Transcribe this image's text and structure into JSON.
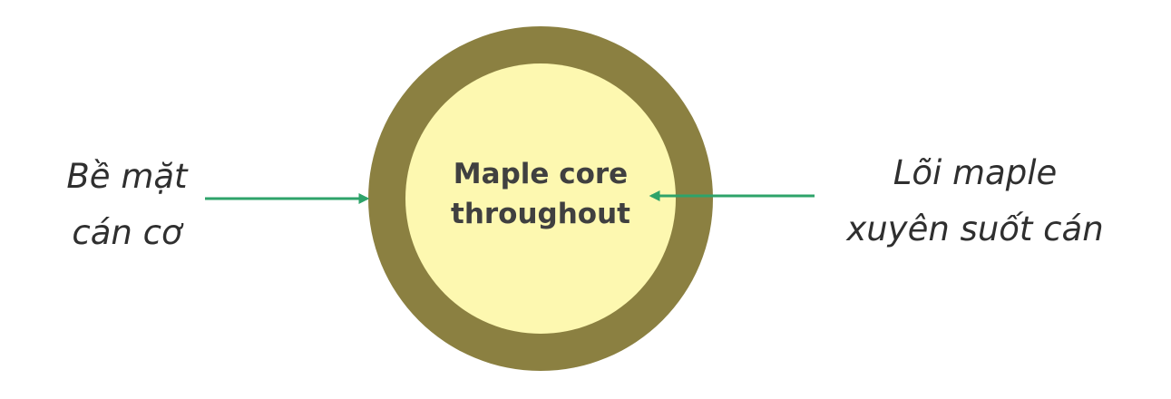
{
  "left_label": {
    "line1": "Bề mặt",
    "line2": "cán cơ"
  },
  "core_label": {
    "line1": "Maple core",
    "line2": "throughout"
  },
  "right_label": {
    "line1": "Lõi maple",
    "line2": "xuyên suốt cán"
  },
  "colors": {
    "outer_ring": "#8b8041",
    "inner_core": "#fdf8b0",
    "arrow": "#2ea36a"
  }
}
